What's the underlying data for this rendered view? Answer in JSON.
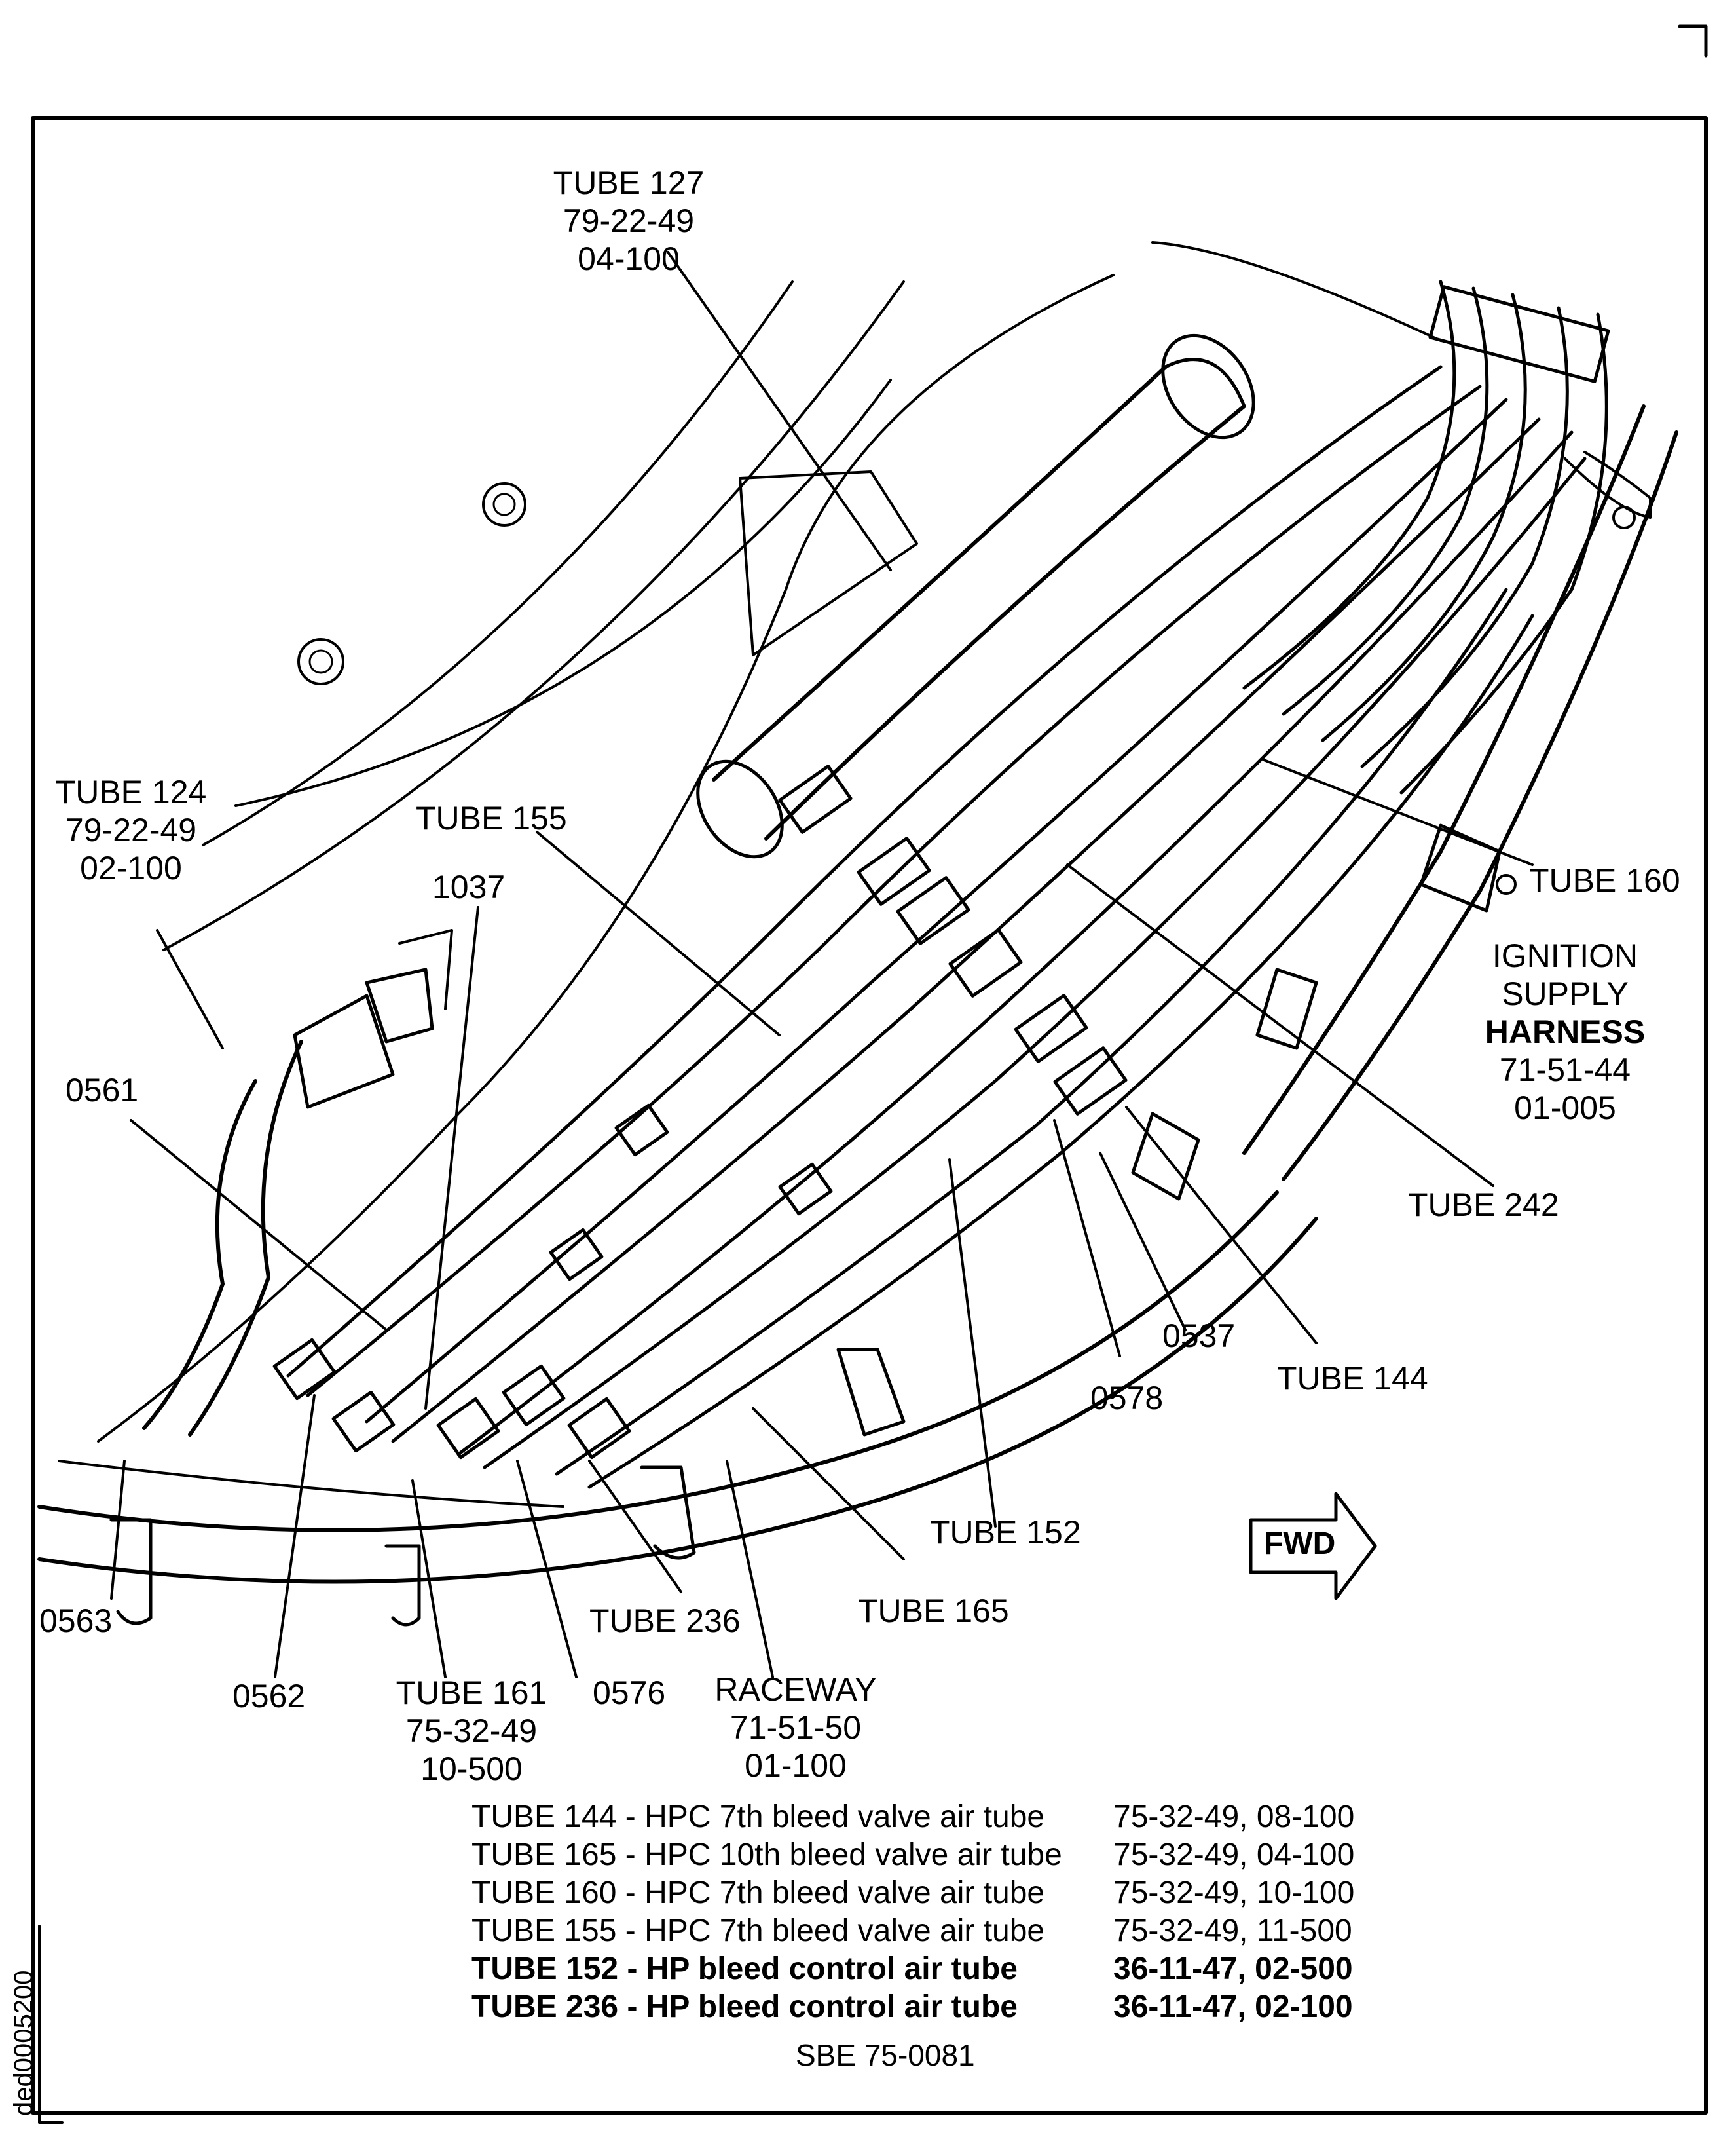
{
  "labels": {
    "tube127": [
      "TUBE 127",
      "79-22-49",
      "04-100"
    ],
    "tube124": [
      "TUBE 124",
      "79-22-49",
      "02-100"
    ],
    "tube155": [
      "TUBE 155"
    ],
    "l1037": [
      "1037"
    ],
    "l0561": [
      "0561"
    ],
    "tube160": [
      "TUBE 160"
    ],
    "ignition": [
      "IGNITION",
      "SUPPLY",
      "HARNESS",
      "71-51-44",
      "01-005"
    ],
    "tube242": [
      "TUBE 242"
    ],
    "l0537": [
      "0537"
    ],
    "tube144": [
      "TUBE 144"
    ],
    "l0578": [
      "0578"
    ],
    "tube152": [
      "TUBE 152"
    ],
    "fwd": "FWD",
    "tube165": [
      "TUBE 165"
    ],
    "tube236": [
      "TUBE 236"
    ],
    "l0563": [
      "0563"
    ],
    "l0562": [
      "0562"
    ],
    "tube161": [
      "TUBE 161",
      "75-32-49",
      "10-500"
    ],
    "l0576": [
      "0576"
    ],
    "raceway": [
      "RACEWAY",
      "71-51-50",
      "01-100"
    ]
  },
  "legend": [
    {
      "tube": "TUBE 144",
      "desc": "- HPC 7th bleed valve air tube",
      "ref": "75-32-49, 08-100",
      "bold": false
    },
    {
      "tube": "TUBE 165",
      "desc": "- HPC 10th bleed valve air tube",
      "ref": "75-32-49, 04-100",
      "bold": false
    },
    {
      "tube": "TUBE 160",
      "desc": "- HPC 7th bleed valve air tube",
      "ref": "75-32-49, 10-100",
      "bold": false
    },
    {
      "tube": "TUBE 155",
      "desc": "- HPC  7th bleed valve air tube",
      "ref": "75-32-49, 11-500",
      "bold": false
    },
    {
      "tube": "TUBE 152",
      "desc": "- HP bleed control air tube",
      "ref": "36-11-47, 02-500",
      "bold": true
    },
    {
      "tube": "TUBE 236",
      "desc": "- HP bleed control air tube",
      "ref": "36-11-47, 02-100",
      "bold": true
    }
  ],
  "reference": "SBE 75-0081",
  "drawing_id": "ded0005200"
}
